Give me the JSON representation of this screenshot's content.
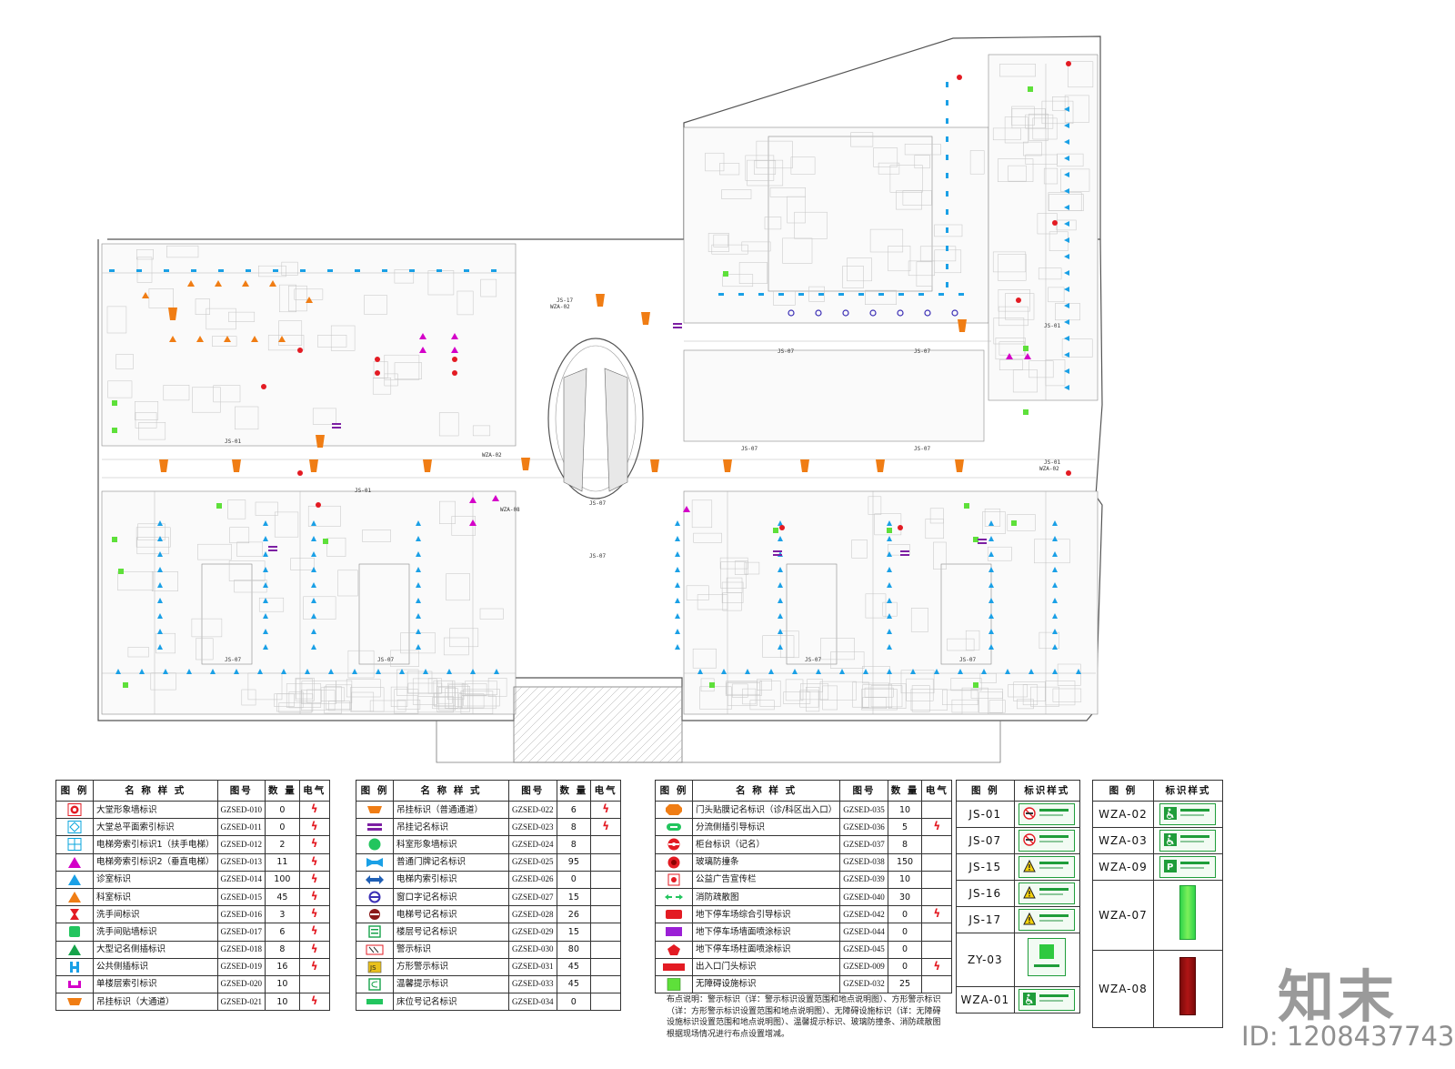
{
  "plan_labels": {
    "js01": "JS-01",
    "js07": "JS-07",
    "js17": "JS-17",
    "wza02": "WZA-02",
    "wza08": "WZA-08"
  },
  "legend1": {
    "headers": [
      "图 例",
      "名 称 样 式",
      "图号",
      "数 量",
      "电气"
    ],
    "rows": [
      {
        "sym": "circle-target",
        "color": "#e31b23",
        "name": "大堂形象墙标识",
        "code": "GZSED-010",
        "qty": "0",
        "bolt": true
      },
      {
        "sym": "square-diamond",
        "color": "#0aa5dd",
        "name": "大堂总平面索引标识",
        "code": "GZSED-011",
        "qty": "0",
        "bolt": true
      },
      {
        "sym": "square-cross",
        "color": "#0aa5dd",
        "name": "电梯旁索引标识1（扶手电梯）",
        "code": "GZSED-012",
        "qty": "2",
        "bolt": true
      },
      {
        "sym": "triangle",
        "color": "#d400c8",
        "name": "电梯旁索引标识2（垂直电梯）",
        "code": "GZSED-013",
        "qty": "11",
        "bolt": true
      },
      {
        "sym": "triangle",
        "color": "#1aa0e6",
        "name": "诊室标识",
        "code": "GZSED-014",
        "qty": "100",
        "bolt": true
      },
      {
        "sym": "triangle",
        "color": "#f07d14",
        "name": "科室标识",
        "code": "GZSED-015",
        "qty": "45",
        "bolt": true
      },
      {
        "sym": "bowtie",
        "color": "#e31b23",
        "name": "洗手间标识",
        "code": "GZSED-016",
        "qty": "3",
        "bolt": true
      },
      {
        "sym": "rounded-square",
        "color": "#22c55e",
        "name": "洗手间贴墙标识",
        "code": "GZSED-017",
        "qty": "6",
        "bolt": true
      },
      {
        "sym": "triangle",
        "color": "#16a34a",
        "name": "大型记名侧插标识",
        "code": "GZSED-018",
        "qty": "8",
        "bolt": true
      },
      {
        "sym": "h-shape",
        "color": "#1aa0e6",
        "name": "公共侧插标识",
        "code": "GZSED-019",
        "qty": "16",
        "bolt": true
      },
      {
        "sym": "u-shape",
        "color": "#d400c8",
        "name": "单楼层索引标识",
        "code": "GZSED-020",
        "qty": "10",
        "bolt": false
      },
      {
        "sym": "trapezoid",
        "color": "#f07d14",
        "name": "吊挂标识（大通道）",
        "code": "GZSED-021",
        "qty": "10",
        "bolt": true
      }
    ]
  },
  "legend2": {
    "headers": [
      "图 例",
      "名 称 样 式",
      "图号",
      "数 量",
      "电气"
    ],
    "rows": [
      {
        "sym": "trapezoid",
        "color": "#f07d14",
        "name": "吊挂标识（普通通道）",
        "code": "GZSED-022",
        "qty": "6",
        "bolt": true
      },
      {
        "sym": "double-bar",
        "color": "#7c1fa3",
        "name": "吊挂记名标识",
        "code": "GZSED-023",
        "qty": "8",
        "bolt": true
      },
      {
        "sym": "circle",
        "color": "#22c55e",
        "name": "科室形象墙标识",
        "code": "GZSED-024",
        "qty": "8",
        "bolt": false
      },
      {
        "sym": "bowtie-h",
        "color": "#1aa0e6",
        "name": "普通门牌记名标识",
        "code": "GZSED-025",
        "qty": "95",
        "bolt": false
      },
      {
        "sym": "arrow-lr",
        "color": "#1f5fb5",
        "name": "电梯内索引标识",
        "code": "GZSED-026",
        "qty": "0",
        "bolt": false
      },
      {
        "sym": "ring-half",
        "color": "#3b2fb5",
        "name": "窗口字记名标识",
        "code": "GZSED-027",
        "qty": "15",
        "bolt": false
      },
      {
        "sym": "circle-bar",
        "color": "#8b1a1a",
        "name": "电梯号记名标识",
        "code": "GZSED-028",
        "qty": "26",
        "bolt": false
      },
      {
        "sym": "square-lines",
        "color": "#16a34a",
        "name": "楼层号记名标识",
        "code": "GZSED-029",
        "qty": "15",
        "bolt": false
      },
      {
        "sym": "warn-box",
        "color": "#e31b23",
        "name": "警示标识",
        "code": "GZSED-030",
        "qty": "80",
        "bolt": false
      },
      {
        "sym": "js-box",
        "color": "#e9c01b",
        "name": "方形警示标识",
        "code": "GZSED-031",
        "qty": "45",
        "bolt": false
      },
      {
        "sym": "s-box",
        "color": "#16a34a",
        "name": "温馨提示标识",
        "code": "GZSED-033",
        "qty": "45",
        "bolt": false
      },
      {
        "sym": "wide-bar",
        "color": "#22c55e",
        "name": "床位号记名标识",
        "code": "GZSED-034",
        "qty": "0",
        "bolt": false
      }
    ]
  },
  "legend3": {
    "headers": [
      "图 例",
      "名 称 样 式",
      "图号",
      "数 量",
      "电气"
    ],
    "rows": [
      {
        "sym": "octagon",
        "color": "#f07d14",
        "name": "门头贴膜记名标识（诊/科区出入口）",
        "code": "GZSED-035",
        "qty": "10",
        "bolt": false
      },
      {
        "sym": "pill",
        "color": "#22c55e",
        "name": "分流侧插引导标识",
        "code": "GZSED-036",
        "qty": "5",
        "bolt": true
      },
      {
        "sym": "circle-split",
        "color": "#e31b23",
        "name": "柜台标识（记名）",
        "code": "GZSED-037",
        "qty": "8",
        "bolt": false
      },
      {
        "sym": "circle-dot",
        "color": "#e31b23",
        "name": "玻璃防撞条",
        "code": "GZSED-038",
        "qty": "150",
        "bolt": false
      },
      {
        "sym": "square-dot",
        "color": "#e31b23",
        "name": "公益广告宣传栏",
        "code": "GZSED-039",
        "qty": "10",
        "bolt": false
      },
      {
        "sym": "arrows-green",
        "color": "#22c55e",
        "name": "消防疏散图",
        "code": "GZSED-040",
        "qty": "30",
        "bolt": false
      },
      {
        "sym": "red-rect",
        "color": "#e31b23",
        "name": "地下停车场综合引导标识",
        "code": "GZSED-042",
        "qty": "0",
        "bolt": true
      },
      {
        "sym": "purple-rect",
        "color": "#9b1fd6",
        "name": "地下停车场墙面喷涂标识",
        "code": "GZSED-044",
        "qty": "0",
        "bolt": false
      },
      {
        "sym": "pentagon",
        "color": "#e31b23",
        "name": "地下停车场柱面喷涂标识",
        "code": "GZSED-045",
        "qty": "0",
        "bolt": false
      },
      {
        "sym": "red-wide",
        "color": "#e31b23",
        "name": "出入口门头标识",
        "code": "GZSED-009",
        "qty": "0",
        "bolt": true
      },
      {
        "sym": "green-square",
        "color": "#5ee03a",
        "name": "无障碍设施标识",
        "code": "GZSED-032",
        "qty": "25",
        "bolt": false
      }
    ]
  },
  "legend4": {
    "headers": [
      "图 例",
      "标识样式"
    ],
    "rows": [
      {
        "code": "JS-01",
        "icon": "no-smoking"
      },
      {
        "code": "JS-07",
        "icon": "no-climbing"
      },
      {
        "code": "JS-15",
        "icon": "warning"
      },
      {
        "code": "JS-16",
        "icon": "warning"
      },
      {
        "code": "JS-17",
        "icon": "warning"
      },
      {
        "code": "ZY-03",
        "icon": "evac-square"
      },
      {
        "code": "WZA-01",
        "icon": "accessible"
      }
    ]
  },
  "legend5": {
    "headers": [
      "图 例",
      "标识样式"
    ],
    "rows": [
      {
        "code": "WZA-02",
        "icon": "accessible"
      },
      {
        "code": "WZA-03",
        "icon": "accessible"
      },
      {
        "code": "WZA-09",
        "icon": "parking"
      },
      {
        "code": "WZA-07",
        "icon": "green-bar"
      },
      {
        "code": "WZA-08",
        "icon": "red-bar"
      }
    ]
  },
  "note": "布点说明：警示标识（详：警示标识设置范围和地点说明图）、方形警示标识（详：方形警示标识设置范围和地点说明图）、无障碍设施标识（详：无障碍设施标识设置范围和地点说明图）、温馨提示标识、玻璃防撞条、消防疏散图根据现场情况进行布点设置增减。",
  "brand": "知末",
  "image_id": "ID: 1208437743"
}
